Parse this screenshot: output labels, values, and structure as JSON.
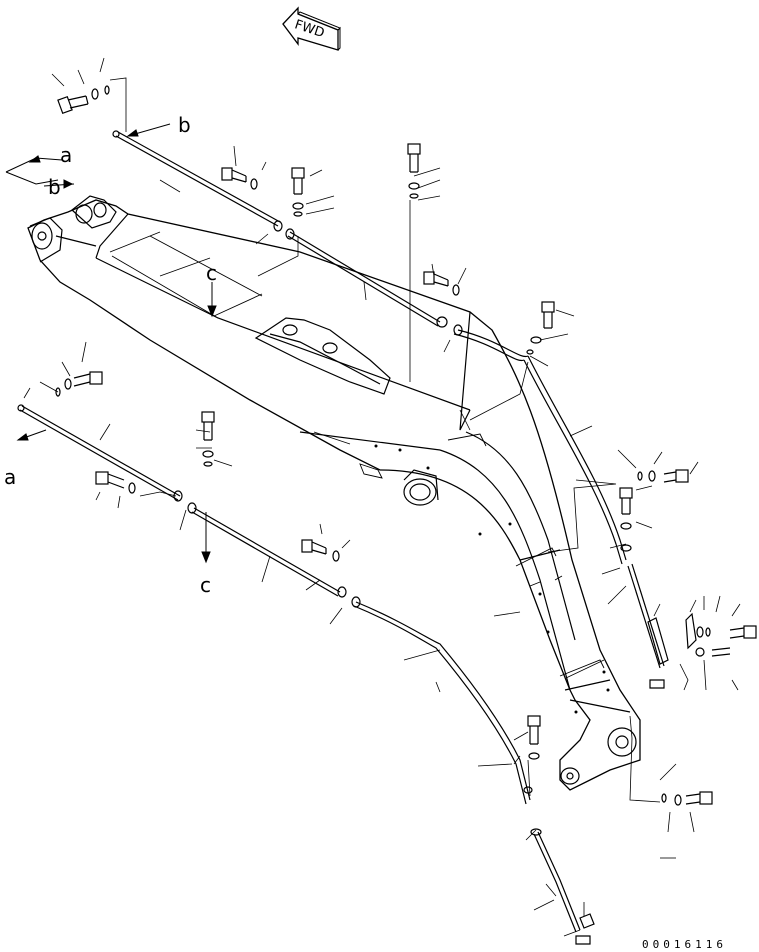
{
  "direction_label": {
    "text": "FWD",
    "meaning": "forward direction arrow"
  },
  "reference_letters": {
    "a_top": "a",
    "b_upper": "b",
    "b_left": "b",
    "c_upper": "c",
    "a_left": "a",
    "c_lower": "c"
  },
  "drawing_number": "00016116"
}
